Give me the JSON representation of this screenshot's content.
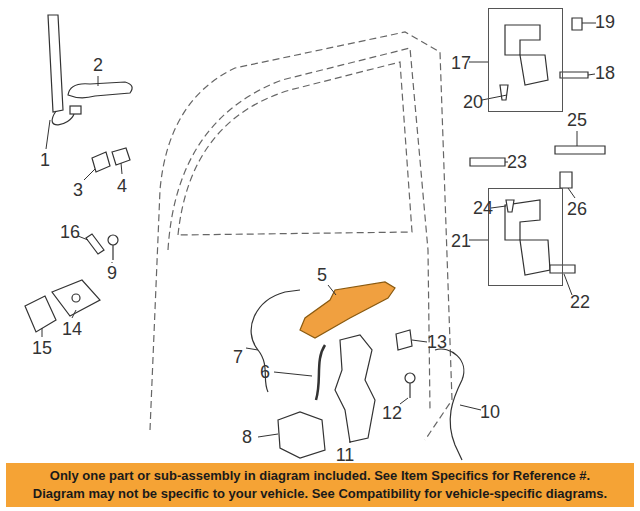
{
  "diagram": {
    "nodes": [
      {
        "text": [
          "17"
        ]
      },
      {
        "text": [
          "21"
        ]
      },
      {
        "text": [
          "Only one part or sub-assembly in diagram included. See Item Specifics for Reference #.",
          "Diagram may not be specific to your vehicle. See Compatibility for vehicle-specific diagrams."
        ]
      }
    ],
    "labels": [
      "1",
      "2",
      "3",
      "4",
      "5",
      "6",
      "7",
      "8",
      "9",
      "10",
      "11",
      "12",
      "13",
      "14",
      "15",
      "16",
      "18",
      "19",
      "20",
      "22",
      "23",
      "24",
      "25",
      "26"
    ]
  }
}
